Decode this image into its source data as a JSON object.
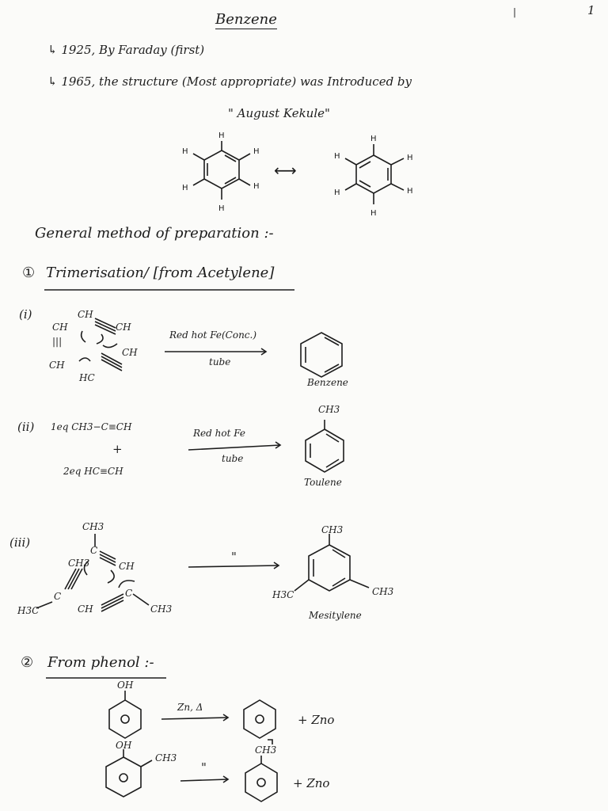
{
  "page_number": "1",
  "title": "Benzene",
  "history": {
    "line1": "↳ 1925, By Faraday (first)",
    "line2": "↳ 1965, the structure (Most appropriate) was Introduced by",
    "line3": "\" August Kekule\""
  },
  "resonance_symbol": "⟷",
  "atom_h": "H",
  "section_general": "General method of preparation :-",
  "section1": {
    "number": "①",
    "title": "Trimerisation/ [from Acetylene]"
  },
  "reaction_i": {
    "label": "(i)",
    "reactant_atoms": [
      "CH",
      "CH",
      "CH",
      "CH",
      "CH",
      "HC"
    ],
    "triple_bond": "|||",
    "condition_top": "Red hot Fe(Conc.)",
    "condition_bottom": "tube",
    "product": "Benzene"
  },
  "reaction_ii": {
    "label": "(ii)",
    "reactant1": "1eq CH3−C≡CH",
    "plus": "+",
    "reactant2": "2eq HC≡CH",
    "condition_top": "Red hot Fe",
    "condition_bottom": "tube",
    "substituent": "CH3",
    "product": "Toulene"
  },
  "reaction_iii": {
    "label": "(iii)",
    "atoms": [
      "CH3",
      "C",
      "CH3",
      "CH",
      "C",
      "CH",
      "C",
      "CH3",
      "H3C"
    ],
    "condition": "\"",
    "substituents": [
      "CH3",
      "CH3",
      "H3C"
    ],
    "product": "Mesitylene"
  },
  "section2": {
    "number": "②",
    "title": "From phenol :-"
  },
  "phenol_reaction1": {
    "substituent": "OH",
    "condition": "Zn, Δ",
    "byproduct": "+ Zno"
  },
  "phenol_reaction2": {
    "substituent1": "OH",
    "substituent2": "CH3",
    "condition": "\"",
    "product_substituent": "CH3",
    "byproduct": "+ Zno"
  }
}
